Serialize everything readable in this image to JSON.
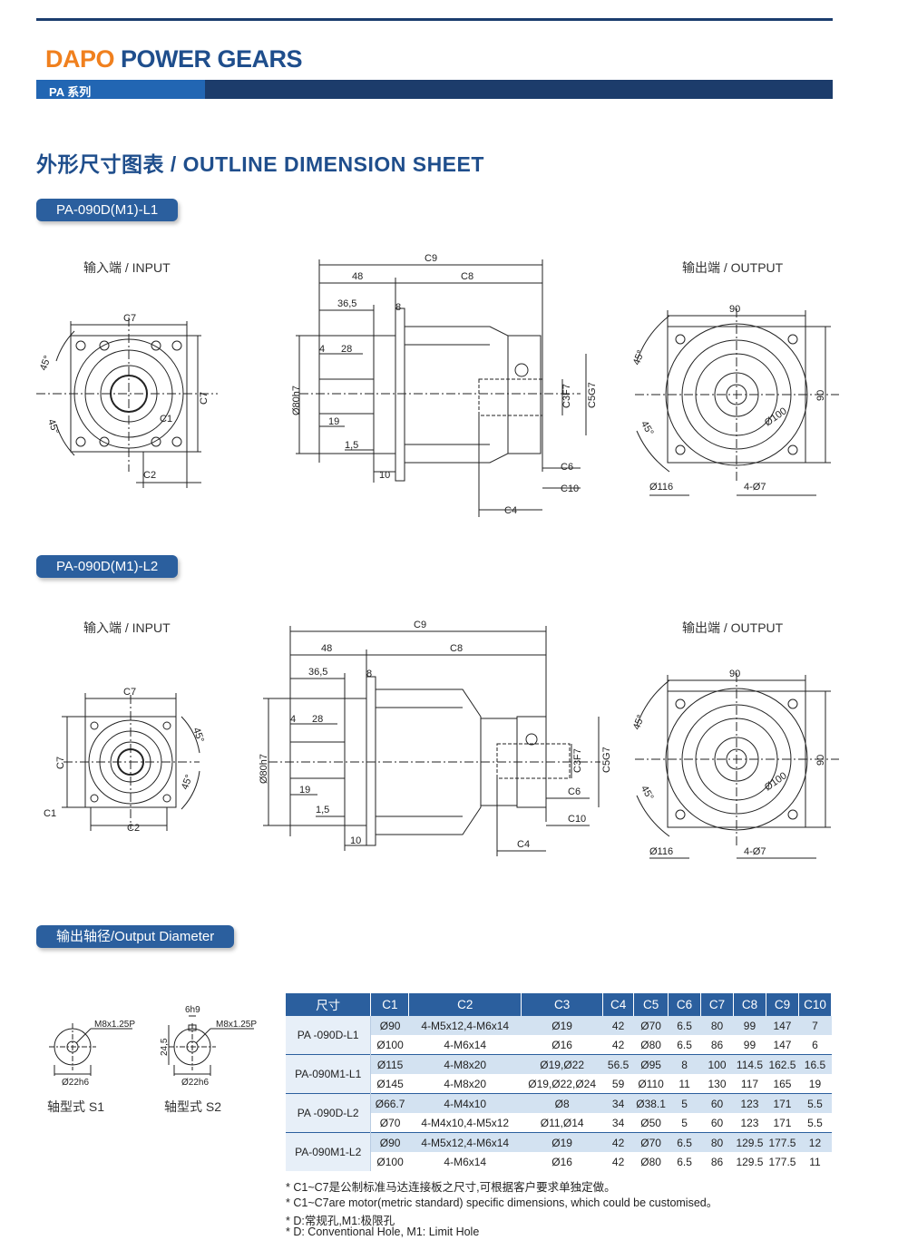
{
  "header": {
    "brand_first": "DAPO",
    "brand_rest": " POWER GEARS",
    "series": "PA 系列"
  },
  "colors": {
    "brand_orange": "#f0801e",
    "brand_blue": "#1f4e8c",
    "bar_dark": "#1c3c6b",
    "bar_light": "#2266b3",
    "pill": "#2b5f9e",
    "row_shade": "#d3e2f1"
  },
  "title": "外形尺寸图表 / OUTLINE DIMENSION SHEET",
  "section1": {
    "model": "PA-090D(M1)-L1",
    "input_label": "输入端 / INPUT",
    "output_label": "输出端 / OUTPUT",
    "dims": {
      "c9": "C9",
      "d48": "48",
      "c8": "C8",
      "d365": "36,5",
      "d8": "8",
      "d4": "4",
      "d28": "28",
      "d80": "Ø80h7",
      "d19": "19",
      "d15": "1,5",
      "d10": "10",
      "c3": "C3F7",
      "c5": "C5G7",
      "c6": "C6",
      "c10": "C10",
      "c4": "C4",
      "c7": "C7",
      "c2": "C2",
      "c1": "C1",
      "a45": "45°",
      "d90": "90",
      "d100": "Ø100",
      "d116": "Ø116",
      "d47": "4-Ø7"
    }
  },
  "section2": {
    "model": "PA-090D(M1)-L2",
    "input_label": "输入端 / INPUT",
    "output_label": "输出端 / OUTPUT",
    "dims": {
      "c9": "C9",
      "d48": "48",
      "c8": "C8",
      "d365": "36,5",
      "d8": "8",
      "d4": "4",
      "d28": "28",
      "d80": "Ø80h7",
      "d19": "19",
      "d15": "1,5",
      "d10": "10",
      "c3": "C3F7",
      "c5": "C5G7",
      "c6": "C6",
      "c10": "C10",
      "c4": "C4",
      "c7": "C7",
      "c2": "C2",
      "c1": "C1",
      "a45": "45°",
      "d90": "90",
      "d100": "Ø100",
      "d116": "Ø116",
      "d47": "4-Ø7"
    }
  },
  "section3": {
    "title": "输出轴径/Output Diameter",
    "s1": {
      "caption": "轴型式 S1",
      "thread": "M8x1.25P",
      "dia": "Ø22h6"
    },
    "s2": {
      "caption": "轴型式 S2",
      "thread": "M8x1.25P",
      "dia": "Ø22h6",
      "key": "6h9",
      "height": "24,5"
    }
  },
  "table": {
    "headers": [
      "尺寸",
      "C1",
      "C2",
      "C3",
      "C4",
      "C5",
      "C6",
      "C7",
      "C8",
      "C9",
      "C10"
    ],
    "groups": [
      {
        "model": "PA -090D-L1",
        "rows": [
          [
            "Ø90",
            "4-M5x12,4-M6x14",
            "Ø19",
            "42",
            "Ø70",
            "6.5",
            "80",
            "99",
            "147",
            "7"
          ],
          [
            "Ø100",
            "4-M6x14",
            "Ø16",
            "42",
            "Ø80",
            "6.5",
            "86",
            "99",
            "147",
            "6"
          ]
        ]
      },
      {
        "model": "PA-090M1-L1",
        "rows": [
          [
            "Ø115",
            "4-M8x20",
            "Ø19,Ø22",
            "56.5",
            "Ø95",
            "8",
            "100",
            "114.5",
            "162.5",
            "16.5"
          ],
          [
            "Ø145",
            "4-M8x20",
            "Ø19,Ø22,Ø24",
            "59",
            "Ø110",
            "11",
            "130",
            "117",
            "165",
            "19"
          ]
        ]
      },
      {
        "model": "PA -090D-L2",
        "rows": [
          [
            "Ø66.7",
            "4-M4x10",
            "Ø8",
            "34",
            "Ø38.1",
            "5",
            "60",
            "123",
            "171",
            "5.5"
          ],
          [
            "Ø70",
            "4-M4x10,4-M5x12",
            "Ø11,Ø14",
            "34",
            "Ø50",
            "5",
            "60",
            "123",
            "171",
            "5.5"
          ]
        ]
      },
      {
        "model": "PA-090M1-L2",
        "rows": [
          [
            "Ø90",
            "4-M5x12,4-M6x14",
            "Ø19",
            "42",
            "Ø70",
            "6.5",
            "80",
            "129.5",
            "177.5",
            "12"
          ],
          [
            "Ø100",
            "4-M6x14",
            "Ø16",
            "42",
            "Ø80",
            "6.5",
            "86",
            "129.5",
            "177.5",
            "11"
          ]
        ]
      }
    ]
  },
  "notes": [
    "* C1~C7是公制标准马达连接板之尺寸,可根据客户要求单独定做。",
    "* C1~C7are motor(metric standard)  specific dimensions, which could be customised。",
    "* D:常规孔,M1:极限孔",
    "* D: Conventional Hole, M1: Limit Hole"
  ]
}
